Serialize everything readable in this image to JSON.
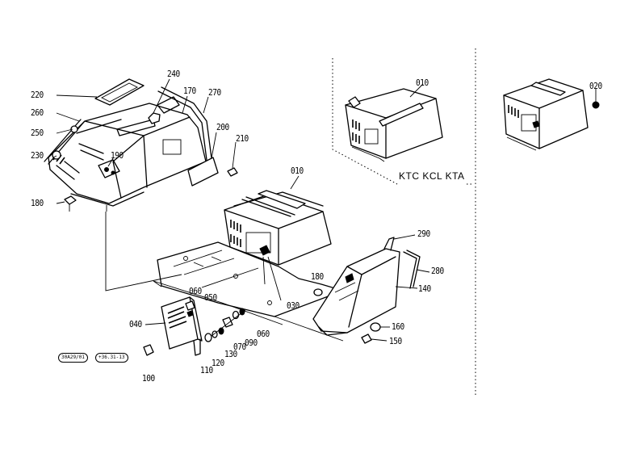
{
  "variant_note": "KTC KCL KTA",
  "code_tags": [
    "30A29/01",
    "+36.31-13"
  ],
  "callouts": {
    "p010_main": "010",
    "p010_variant": "010",
    "p020": "020",
    "p030": "030",
    "p040": "040",
    "p050": "050",
    "p060_left": "060",
    "p060_right": "060",
    "p070": "070",
    "p090": "090",
    "p100": "100",
    "p110": "110",
    "p120": "120",
    "p130": "130",
    "p140": "140",
    "p150": "150",
    "p160": "160",
    "p170": "170",
    "p180_left": "180",
    "p180_right": "180",
    "p190": "190",
    "p200": "200",
    "p210": "210",
    "p220": "220",
    "p230": "230",
    "p240": "240",
    "p250": "250",
    "p260": "260",
    "p270": "270",
    "p280": "280",
    "p290": "290"
  }
}
